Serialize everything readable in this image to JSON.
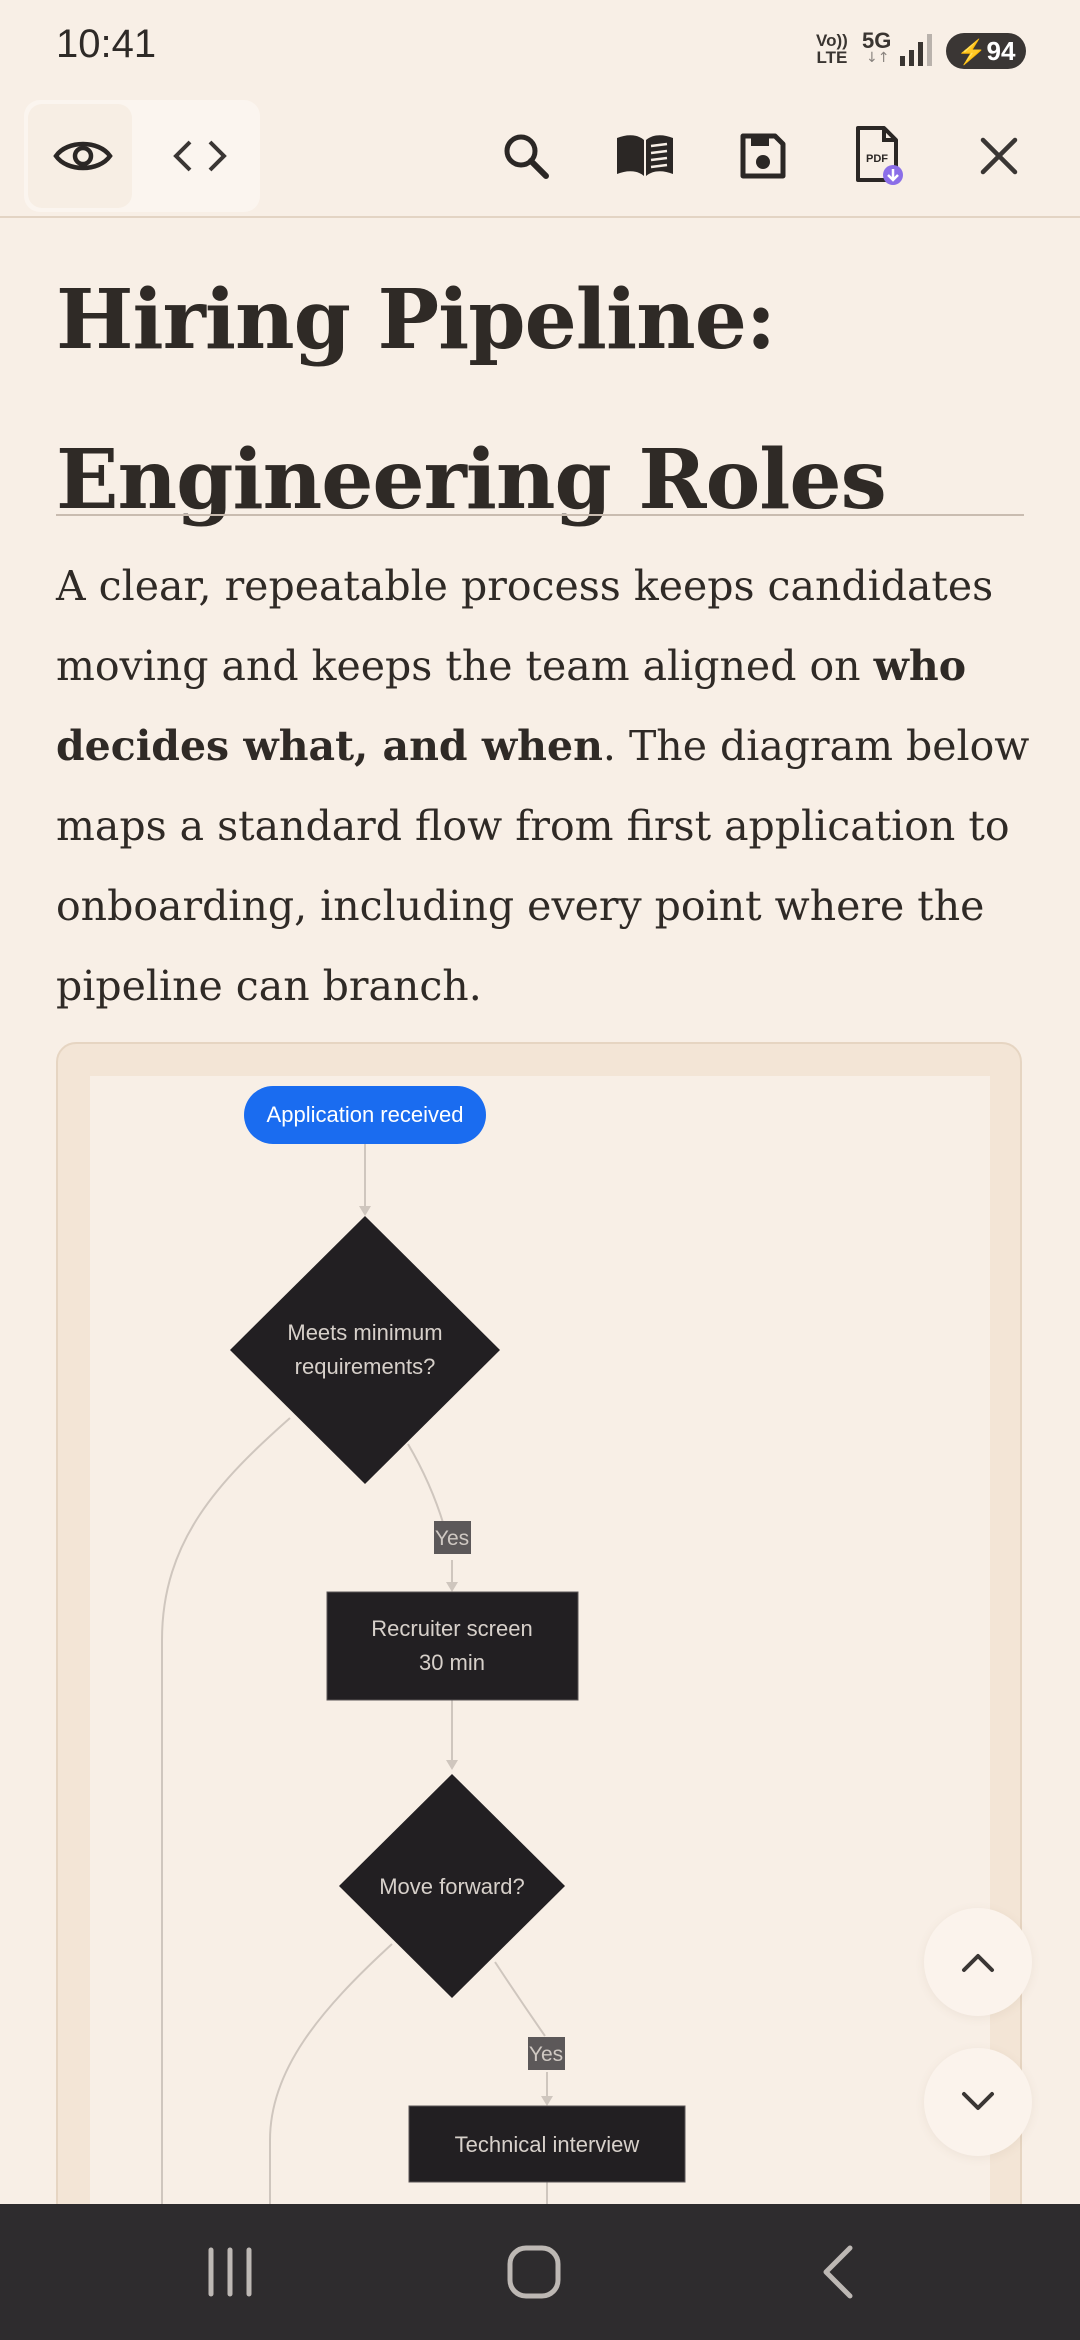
{
  "status_bar": {
    "time": "10:41",
    "volte_top": "Vo))",
    "volte_bottom": "LTE",
    "network": "5G",
    "network_arrows": "↓↑",
    "battery": "94",
    "battery_icon": "bolt-icon"
  },
  "toolbar": {
    "buttons": [
      "eye-icon",
      "code-icon",
      "search-icon",
      "reader-icon",
      "save-icon",
      "pdf-icon",
      "close-icon"
    ],
    "pdf_label": "PDF"
  },
  "article": {
    "title_line1": "Hiring Pipeline:",
    "title_line2": "Engineering Roles",
    "para_start": "A clear, repeatable process keeps candidates moving and keeps the team aligned on ",
    "para_bold": "who decides what, and when",
    "para_end": ". The diagram below maps a standard flow from first application to onboarding, including every point where the pipeline can branch."
  },
  "diagram": {
    "start_label": "Application received",
    "decision1_line1": "Meets minimum",
    "decision1_line2": "requirements?",
    "edge1_label": "Yes",
    "step1_line1": "Recruiter screen",
    "step1_line2": "30 min",
    "decision2_label": "Move forward?",
    "edge2_label": "Yes",
    "step2_label": "Technical interview",
    "colors": {
      "start": "#1a6cf0",
      "node": "#221f22",
      "edge": "#c9c0b8",
      "edge_label_bg": "#5c5859"
    }
  },
  "floating_nav": {
    "up": "chevron-up-icon",
    "down": "chevron-down-icon"
  },
  "system_nav": {
    "buttons": [
      "recents-icon",
      "home-icon",
      "back-icon"
    ]
  }
}
